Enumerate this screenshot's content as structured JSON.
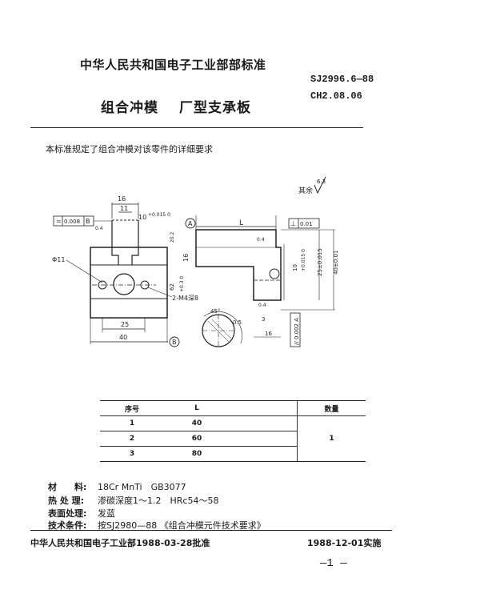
{
  "header": {
    "standard_body": "中华人民共和国电子工业部部标准",
    "title_part1": "组合冲模",
    "title_part2": "厂型支承板",
    "standard_no": "SJ2996.6—88",
    "class_no": "CH2.08.06"
  },
  "intro": "本标准规定了组合冲模对该零件的详细要求",
  "drawing": {
    "roughness_note": "其余",
    "roughness_value": "6.3",
    "labels": {
      "d16": "16",
      "d11": "11",
      "d10": "10",
      "tol10": "+0.015 0",
      "flat": "0.008",
      "flat_ref": "B",
      "r1": "0.4",
      "d20": "20.2",
      "hole": "Φ11",
      "d62": "62",
      "tol62": "+0.3 0",
      "thread": "2-M4深8",
      "d25": "25",
      "d40": "40",
      "ref_a": "A",
      "ref_b": "B",
      "len": "L",
      "perp": "⊥",
      "perp_val": "0.01",
      "r2": "0.4",
      "d16b": "16",
      "d10b": "10",
      "tol10b": "+0.015 0",
      "d25b": "25±0.015",
      "d40b": "40±0.01",
      "r3": "0.4",
      "d3": "3",
      "d45": "45°",
      "d16c": "16",
      "par": "//",
      "par_val": "0.002",
      "par_ref": "A",
      "d05": "0.5"
    }
  },
  "table": {
    "headers": [
      "序号",
      "L",
      "",
      "数量"
    ],
    "rows": [
      {
        "no": "1",
        "L": "40"
      },
      {
        "no": "2",
        "L": "60"
      },
      {
        "no": "3",
        "L": "80"
      }
    ],
    "qty": "1"
  },
  "specs": [
    {
      "key": "材　　料:",
      "value": "18Cr MnTi　GB3077"
    },
    {
      "key": "热 处 理:",
      "value": "渗碳深度1～1.2　HRc54～58"
    },
    {
      "key": "表面处理:",
      "value": "发蓝"
    },
    {
      "key": "技术条件:",
      "value": "按SJ2980—88 《组合冲模元件技术要求》"
    }
  ],
  "footer": {
    "approval": "中华人民共和国电子工业部1988-03-28批准",
    "implementation": "1988-12-01实施",
    "page": "—1 —"
  }
}
